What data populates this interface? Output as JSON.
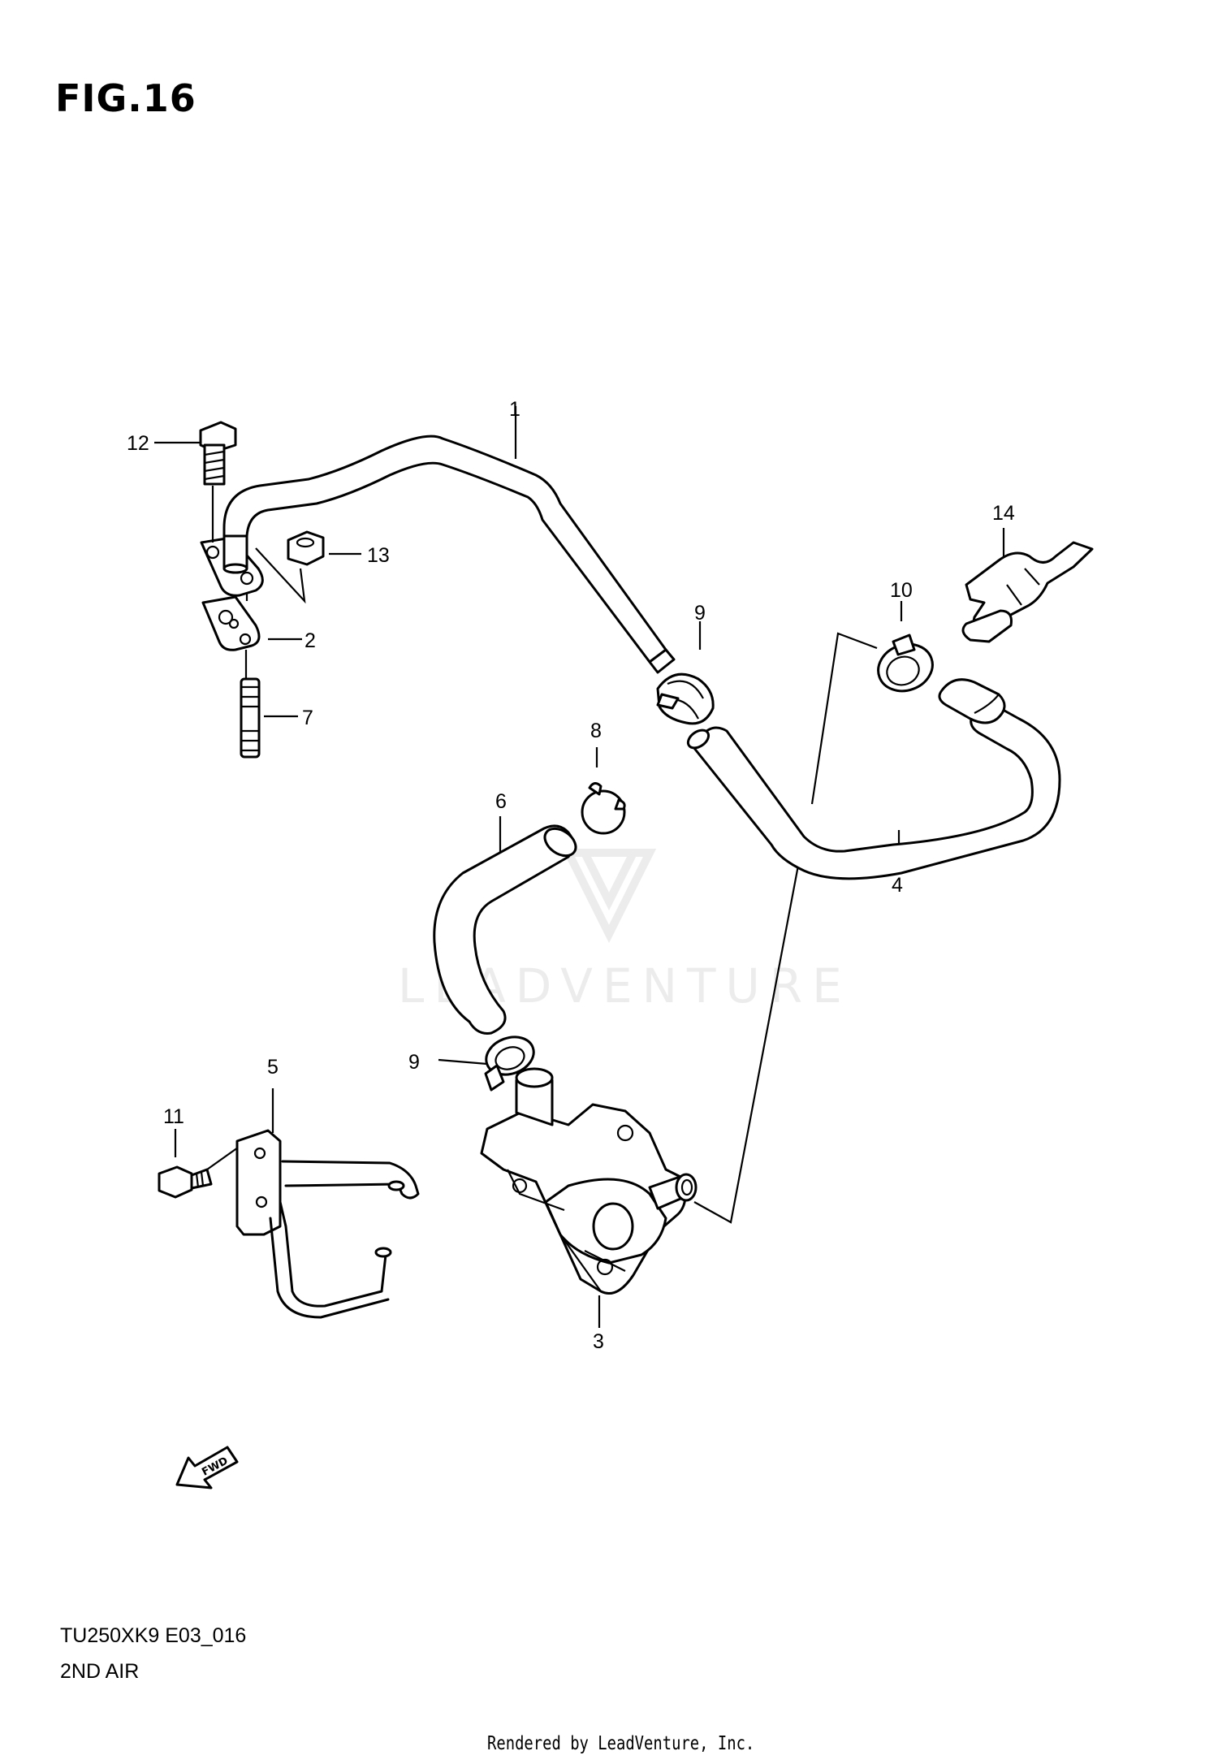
{
  "figure": {
    "title": "FIG.16",
    "model_code": "TU250XK9 E03_016",
    "section_name": "2ND AIR",
    "credit": "Rendered by LeadVenture, Inc.",
    "watermark": "LEADVENTURE",
    "fwd_label": "FWD"
  },
  "callouts": {
    "c1": "1",
    "c2": "2",
    "c3": "3",
    "c4": "4",
    "c5": "5",
    "c6": "6",
    "c7": "7",
    "c8": "8",
    "c9a": "9",
    "c9b": "9",
    "c10": "10",
    "c11": "11",
    "c12": "12",
    "c13": "13",
    "c14": "14"
  }
}
